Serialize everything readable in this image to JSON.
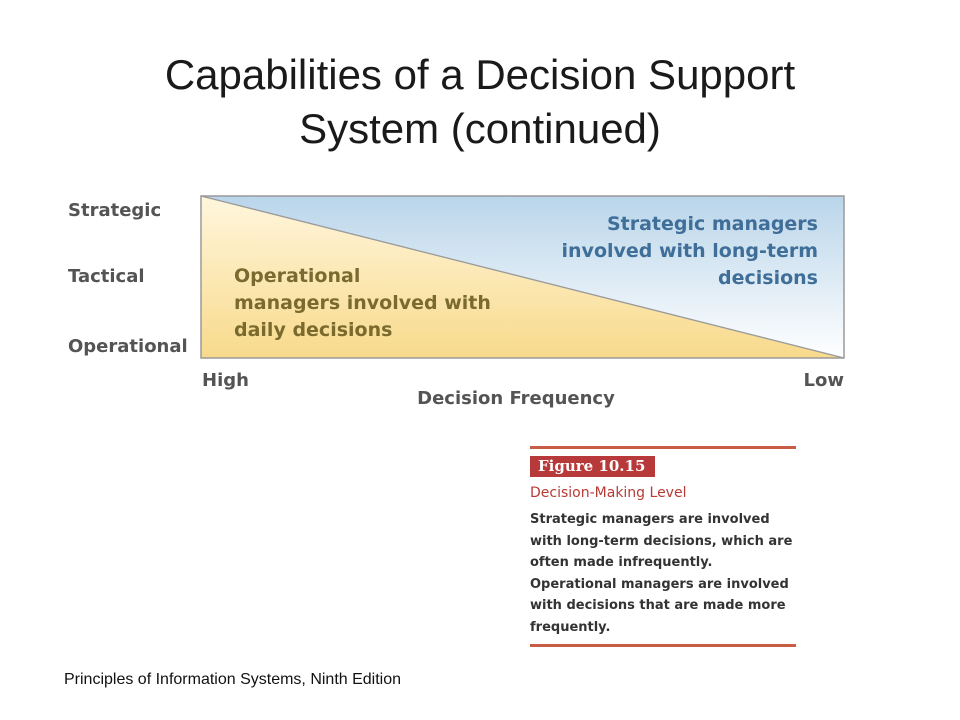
{
  "slide": {
    "title_line1": "Capabilities of a Decision Support",
    "title_line2": "System (continued)",
    "footer": "Principles of Information Systems, Ninth Edition"
  },
  "diagram": {
    "y_labels": [
      "Strategic",
      "Tactical",
      "Operational"
    ],
    "x_labels": {
      "left": "High",
      "right": "Low"
    },
    "x_axis_title": "Decision Frequency",
    "strategic_text": [
      "Strategic managers",
      "involved with long-term",
      "decisions"
    ],
    "operational_text": [
      "Operational",
      "managers involved with",
      "daily decisions"
    ],
    "colors": {
      "strategic_fill_top": "#b9d5ea",
      "strategic_fill_bottom": "#ffffff",
      "operational_fill_top": "#fff6dd",
      "operational_fill_bottom": "#f8da8c",
      "border": "#9a9a9a",
      "strategic_text": "#3f6e99",
      "operational_text": "#7a6a2e"
    }
  },
  "figure_caption": {
    "number": "Figure 10.15",
    "heading": "Decision-Making Level",
    "lines": [
      "Strategic managers are involved",
      "with long-term decisions, which are",
      "often made infrequently.",
      "Operational managers are involved",
      "with decisions that are made more",
      "frequently."
    ]
  }
}
